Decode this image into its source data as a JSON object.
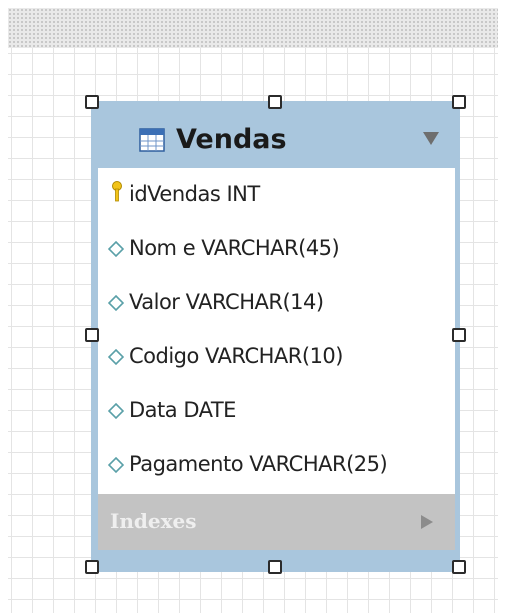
{
  "table": {
    "title": "Vendas",
    "header_color": "#a9c6dd",
    "icon": "table-icon",
    "collapse_icon": "triangle-down-icon",
    "columns": [
      {
        "label": "idVendas INT",
        "icon": "primary-key-icon"
      },
      {
        "label": "Nom e VARCHAR(45)",
        "icon": "column-diamond-icon"
      },
      {
        "label": "Valor VARCHAR(14)",
        "icon": "column-diamond-icon"
      },
      {
        "label": "Codigo VARCHAR(10)",
        "icon": "column-diamond-icon"
      },
      {
        "label": "Data DATE",
        "icon": "column-diamond-icon"
      },
      {
        "label": "Pagamento VARCHAR(25)",
        "icon": "column-diamond-icon"
      }
    ],
    "indexes": {
      "label": "Indexes",
      "icon": "triangle-right-icon"
    }
  }
}
